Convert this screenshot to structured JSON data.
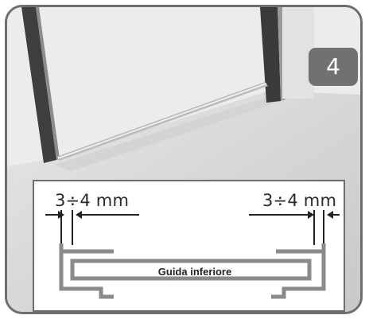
{
  "step": {
    "number": "4"
  },
  "detail": {
    "gap_left_label": "3÷4 mm",
    "gap_right_label": "3÷4 mm",
    "rail_label": "Guida inferiore"
  },
  "colors": {
    "badge": "#717171",
    "frame": "#6e6e6e",
    "profile": "#8a8a8a"
  }
}
